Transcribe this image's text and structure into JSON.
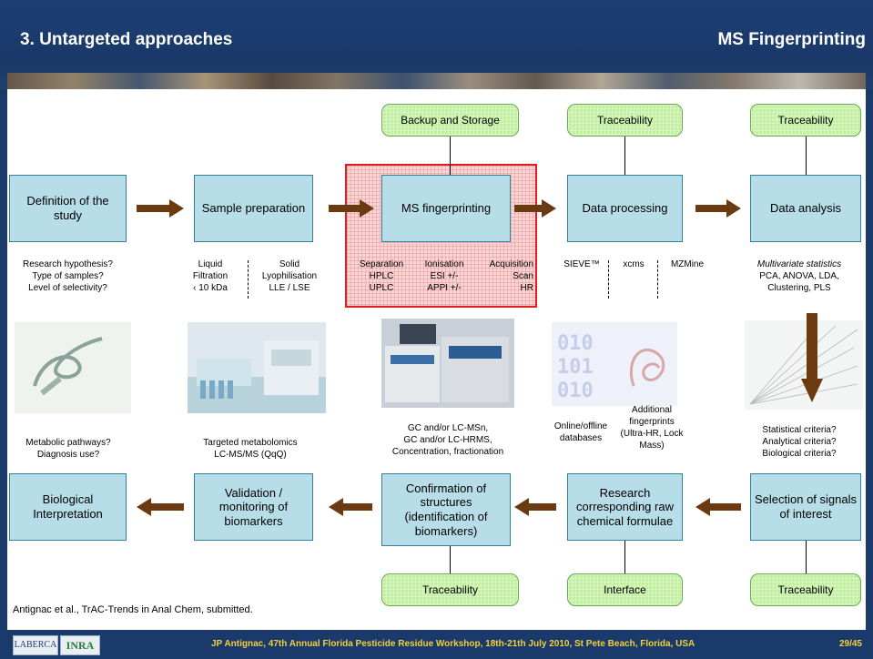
{
  "header": {
    "title": "3. Untargeted approaches",
    "subtitle": "MS Fingerprinting"
  },
  "top_row": {
    "definition": "Definition of the study",
    "sample_prep": "Sample preparation",
    "ms_fp": "MS fingerprinting",
    "data_processing": "Data processing",
    "data_analysis": "Data analysis"
  },
  "green": {
    "backup": "Backup and Storage",
    "trace1": "Traceability",
    "trace2": "Traceability",
    "trace3": "Traceability",
    "interface": "Interface",
    "trace4": "Traceability"
  },
  "definition_notes": [
    "Research hypothesis?",
    "Type of samples?",
    "Level of selectivity?"
  ],
  "sample_prep_notes": {
    "liquid": [
      "Liquid",
      "Filtration",
      "‹ 10 kDa"
    ],
    "solid": [
      "Solid",
      "Lyophilisation",
      "LLE / LSE"
    ]
  },
  "ms_notes": {
    "separation": [
      "Separation",
      "HPLC",
      "UPLC"
    ],
    "ionisation": [
      "Ionisation",
      "ESI +/-",
      "APPI +/-"
    ],
    "acquisition": [
      "Acquisition",
      "Scan",
      "HR"
    ]
  },
  "processing_notes": [
    "SIEVE™",
    "xcms",
    "MZMine"
  ],
  "analysis_notes": {
    "italic": "Multivariate statistics",
    "line2": "PCA, ANOVA, LDA,",
    "line3": "Clustering, PLS"
  },
  "mid_notes": {
    "biological": [
      "Metabolic pathways?",
      "Diagnosis use?"
    ],
    "validation": [
      "Targeted metabolomics",
      "LC-MS/MS (QqQ)"
    ],
    "confirmation": [
      "GC and/or LC-MSn,",
      "GC and/or LC-HRMS,",
      "Concentration, fractionation"
    ],
    "online": [
      "Online/offline",
      "databases"
    ],
    "additional": [
      "Additional",
      "fingerprints",
      "(Ultra-HR, Lock",
      "Mass)"
    ],
    "selection": [
      "Statistical criteria?",
      "Analytical criteria?",
      "Biological criteria?"
    ]
  },
  "bottom_row": {
    "biological": "Biological Interpretation",
    "validation": "Validation / monitoring of biomarkers",
    "confirmation": "Confirmation of structures (identification of biomarkers)",
    "research": "Research corresponding raw chemical formulae",
    "selection": "Selection of signals of interest"
  },
  "reference": "Antignac et al., TrAC-Trends in Anal Chem, submitted.",
  "footer": {
    "logo1": "LABERCA",
    "logo2": "INRA",
    "text": "JP Antignac, 47th Annual Florida Pesticide Residue Workshop, 18th-21th July 2010, St Pete Beach, Florida, USA",
    "page": "29/45"
  },
  "colors": {
    "box_fill": "#b7dde8",
    "green_fill": "#c2f0a0",
    "arrow": "#6b3a10",
    "highlight": "#e01e1e"
  }
}
